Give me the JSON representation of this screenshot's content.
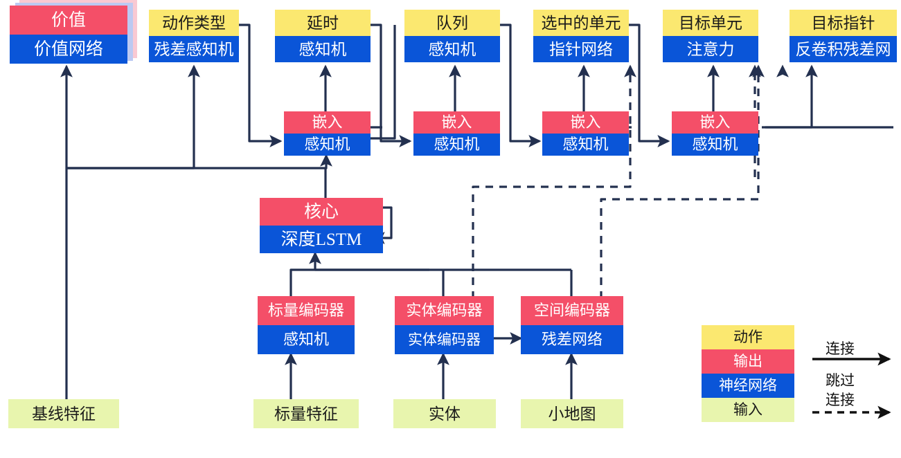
{
  "meta": {
    "title": "AlphaStar-style agent architecture diagram",
    "colors": {
      "action": "#fbe870",
      "output": "#f44f68",
      "network": "#0a55d8",
      "input": "#e8f5ae",
      "wire": "#23304f",
      "background": "#ffffff"
    }
  },
  "outputs": [
    {
      "id": "value",
      "action": "",
      "output": "价值",
      "network": "价值网络",
      "stacked": true
    },
    {
      "id": "action_type",
      "action": "动作类型",
      "output": "",
      "network": "残差感知机",
      "stacked": false
    },
    {
      "id": "delay",
      "action": "延时",
      "output": "",
      "network": "感知机",
      "stacked": false
    },
    {
      "id": "queue",
      "action": "队列",
      "output": "",
      "network": "感知机",
      "stacked": false
    },
    {
      "id": "selected_units",
      "action": "选中的单元",
      "output": "",
      "network": "指针网络",
      "stacked": false
    },
    {
      "id": "target_unit",
      "action": "目标单元",
      "output": "",
      "network": "注意力",
      "stacked": false
    },
    {
      "id": "target_point",
      "action": "目标指针",
      "output": "",
      "network": "反卷积残差网",
      "stacked": false
    }
  ],
  "embeds": [
    {
      "id": "embed1",
      "output": "嵌入",
      "network": "感知机"
    },
    {
      "id": "embed2",
      "output": "嵌入",
      "network": "感知机"
    },
    {
      "id": "embed3",
      "output": "嵌入",
      "network": "感知机"
    },
    {
      "id": "embed4",
      "output": "嵌入",
      "network": "感知机"
    }
  ],
  "core": {
    "output": "核心",
    "network": "深度LSTM"
  },
  "encoders": [
    {
      "id": "scalar_encoder",
      "output": "标量编码器",
      "network": "感知机"
    },
    {
      "id": "entity_encoder",
      "output": "实体编码器",
      "network": "实体编码器"
    },
    {
      "id": "spatial_encoder",
      "output": "空间编码器",
      "network": "残差网络"
    }
  ],
  "inputs": [
    {
      "id": "baseline_features",
      "label": "基线特征"
    },
    {
      "id": "scalar_features",
      "label": "标量特征"
    },
    {
      "id": "entities",
      "label": "实体"
    },
    {
      "id": "minimap",
      "label": "小地图"
    }
  ],
  "legend": {
    "swatches": [
      {
        "id": "action",
        "label": "动作",
        "kind": "action"
      },
      {
        "id": "output",
        "label": "输出",
        "kind": "output"
      },
      {
        "id": "network",
        "label": "神经网络",
        "kind": "network"
      },
      {
        "id": "input",
        "label": "输入",
        "kind": "input"
      }
    ],
    "connection_label": "连接",
    "skip_label_line1": "跳过",
    "skip_label_line2": "连接"
  }
}
